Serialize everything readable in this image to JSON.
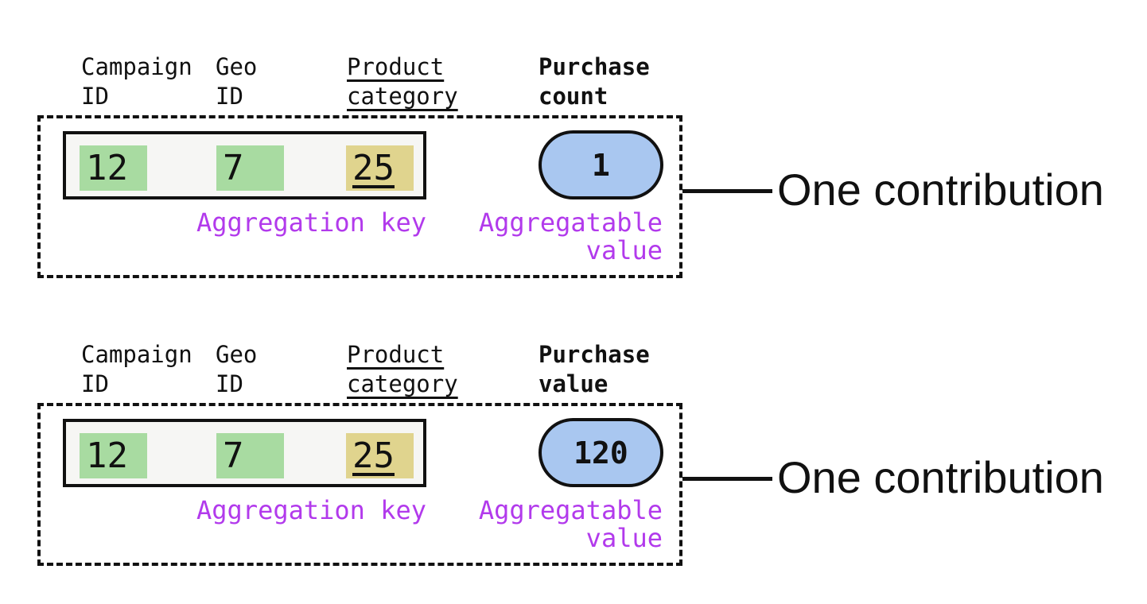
{
  "colors": {
    "key_id_highlight": "#a8dba1",
    "key_category_highlight": "#e0d48e",
    "value_pill_fill": "#a9c7f0",
    "annotation_purple": "#b23aec",
    "record_row_fill": "#f6f6f4",
    "ink": "#111111"
  },
  "sections": [
    {
      "headers": {
        "campaign": "Campaign\nID",
        "geo": "Geo\nID",
        "product": "Product\ncategory",
        "measure": "Purchase\ncount"
      },
      "record": {
        "campaign_id": "12",
        "geo_id": "7",
        "product_category": "25"
      },
      "aggregatable_value": "1",
      "labels": {
        "aggregation_key": "Aggregation key",
        "aggregatable_value": "Aggregatable\nvalue",
        "callout": "One contribution"
      }
    },
    {
      "headers": {
        "campaign": "Campaign\nID",
        "geo": "Geo\nID",
        "product": "Product\ncategory",
        "measure": "Purchase\nvalue"
      },
      "record": {
        "campaign_id": "12",
        "geo_id": "7",
        "product_category": "25"
      },
      "aggregatable_value": "120",
      "labels": {
        "aggregation_key": "Aggregation key",
        "aggregatable_value": "Aggregatable\nvalue",
        "callout": "One contribution"
      }
    }
  ]
}
